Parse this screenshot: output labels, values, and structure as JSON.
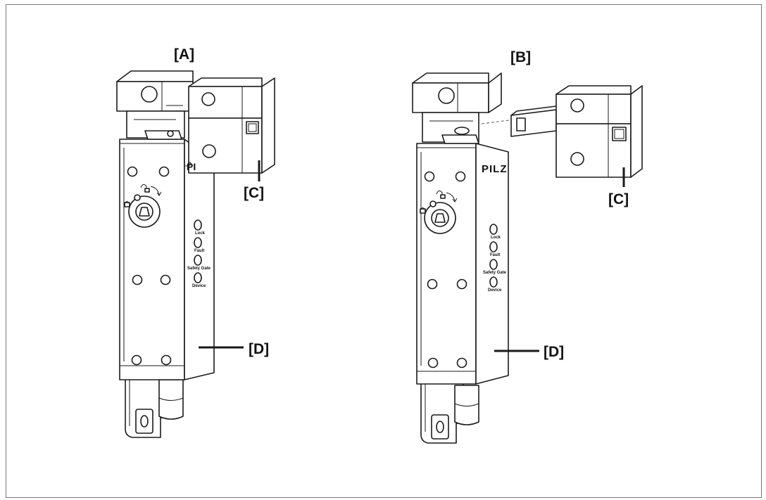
{
  "labels": {
    "a": "[A]",
    "b": "[B]",
    "c_left": "[C]",
    "c_right": "[C]",
    "d_left": "[D]",
    "d_right": "[D]"
  },
  "brand": "PILZ",
  "led_labels": [
    "Lock",
    "Fault",
    "Safety Gate",
    "Device"
  ],
  "colors": {
    "line": "#1a1a1a",
    "frame": "#777777",
    "background": "#ffffff"
  }
}
